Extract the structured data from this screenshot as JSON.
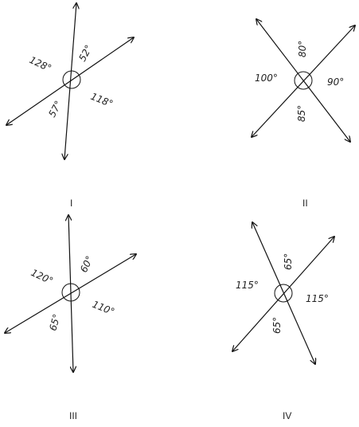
{
  "figures": [
    {
      "label": "I",
      "angles": [
        "128°",
        "52°",
        "118°",
        "57°"
      ]
    },
    {
      "label": "II",
      "angles": [
        "100°",
        "80°",
        "90°",
        "85°"
      ]
    },
    {
      "label": "III",
      "angles": [
        "120°",
        "60°",
        "110°",
        "65°"
      ]
    },
    {
      "label": "IV",
      "angles": [
        "115°",
        "65°",
        "115°",
        "65°"
      ]
    }
  ]
}
